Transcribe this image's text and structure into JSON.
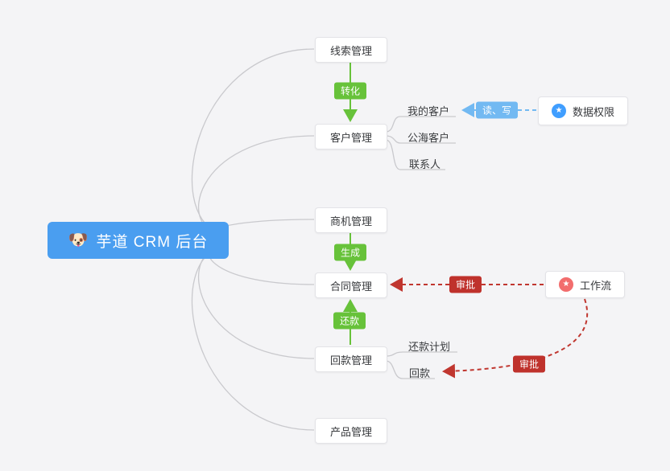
{
  "diagram": {
    "root": {
      "logo": "🐶",
      "label": "芋道 CRM 后台"
    },
    "modules": [
      {
        "label": "线索管理"
      },
      {
        "label": "客户管理"
      },
      {
        "label": "商机管理"
      },
      {
        "label": "合同管理"
      },
      {
        "label": "回款管理"
      },
      {
        "label": "产品管理"
      }
    ],
    "customer_children": [
      {
        "label": "我的客户"
      },
      {
        "label": "公海客户"
      },
      {
        "label": "联系人"
      }
    ],
    "receivable_children": [
      {
        "label": "还款计划"
      },
      {
        "label": "回款"
      }
    ],
    "edge_labels": {
      "convert": "转化",
      "generate": "生成",
      "repay": "还款",
      "read_write": "读、写",
      "approve_contract": "审批",
      "approve_receivable": "审批"
    },
    "side_nodes": {
      "data_permission": {
        "icon": "★",
        "label": "数据权限"
      },
      "workflow": {
        "icon": "★",
        "label": "工作流"
      }
    }
  },
  "colors": {
    "background": "#f4f4f6",
    "root_blue": "#4a9ef0",
    "flow_green": "#67c23a",
    "permission_blue": "#409eff",
    "permission_edge_blue": "#72b9f2",
    "workflow_pink": "#f26d6d",
    "approval_red": "#bf322c",
    "connector_gray": "#c9c9cd"
  }
}
